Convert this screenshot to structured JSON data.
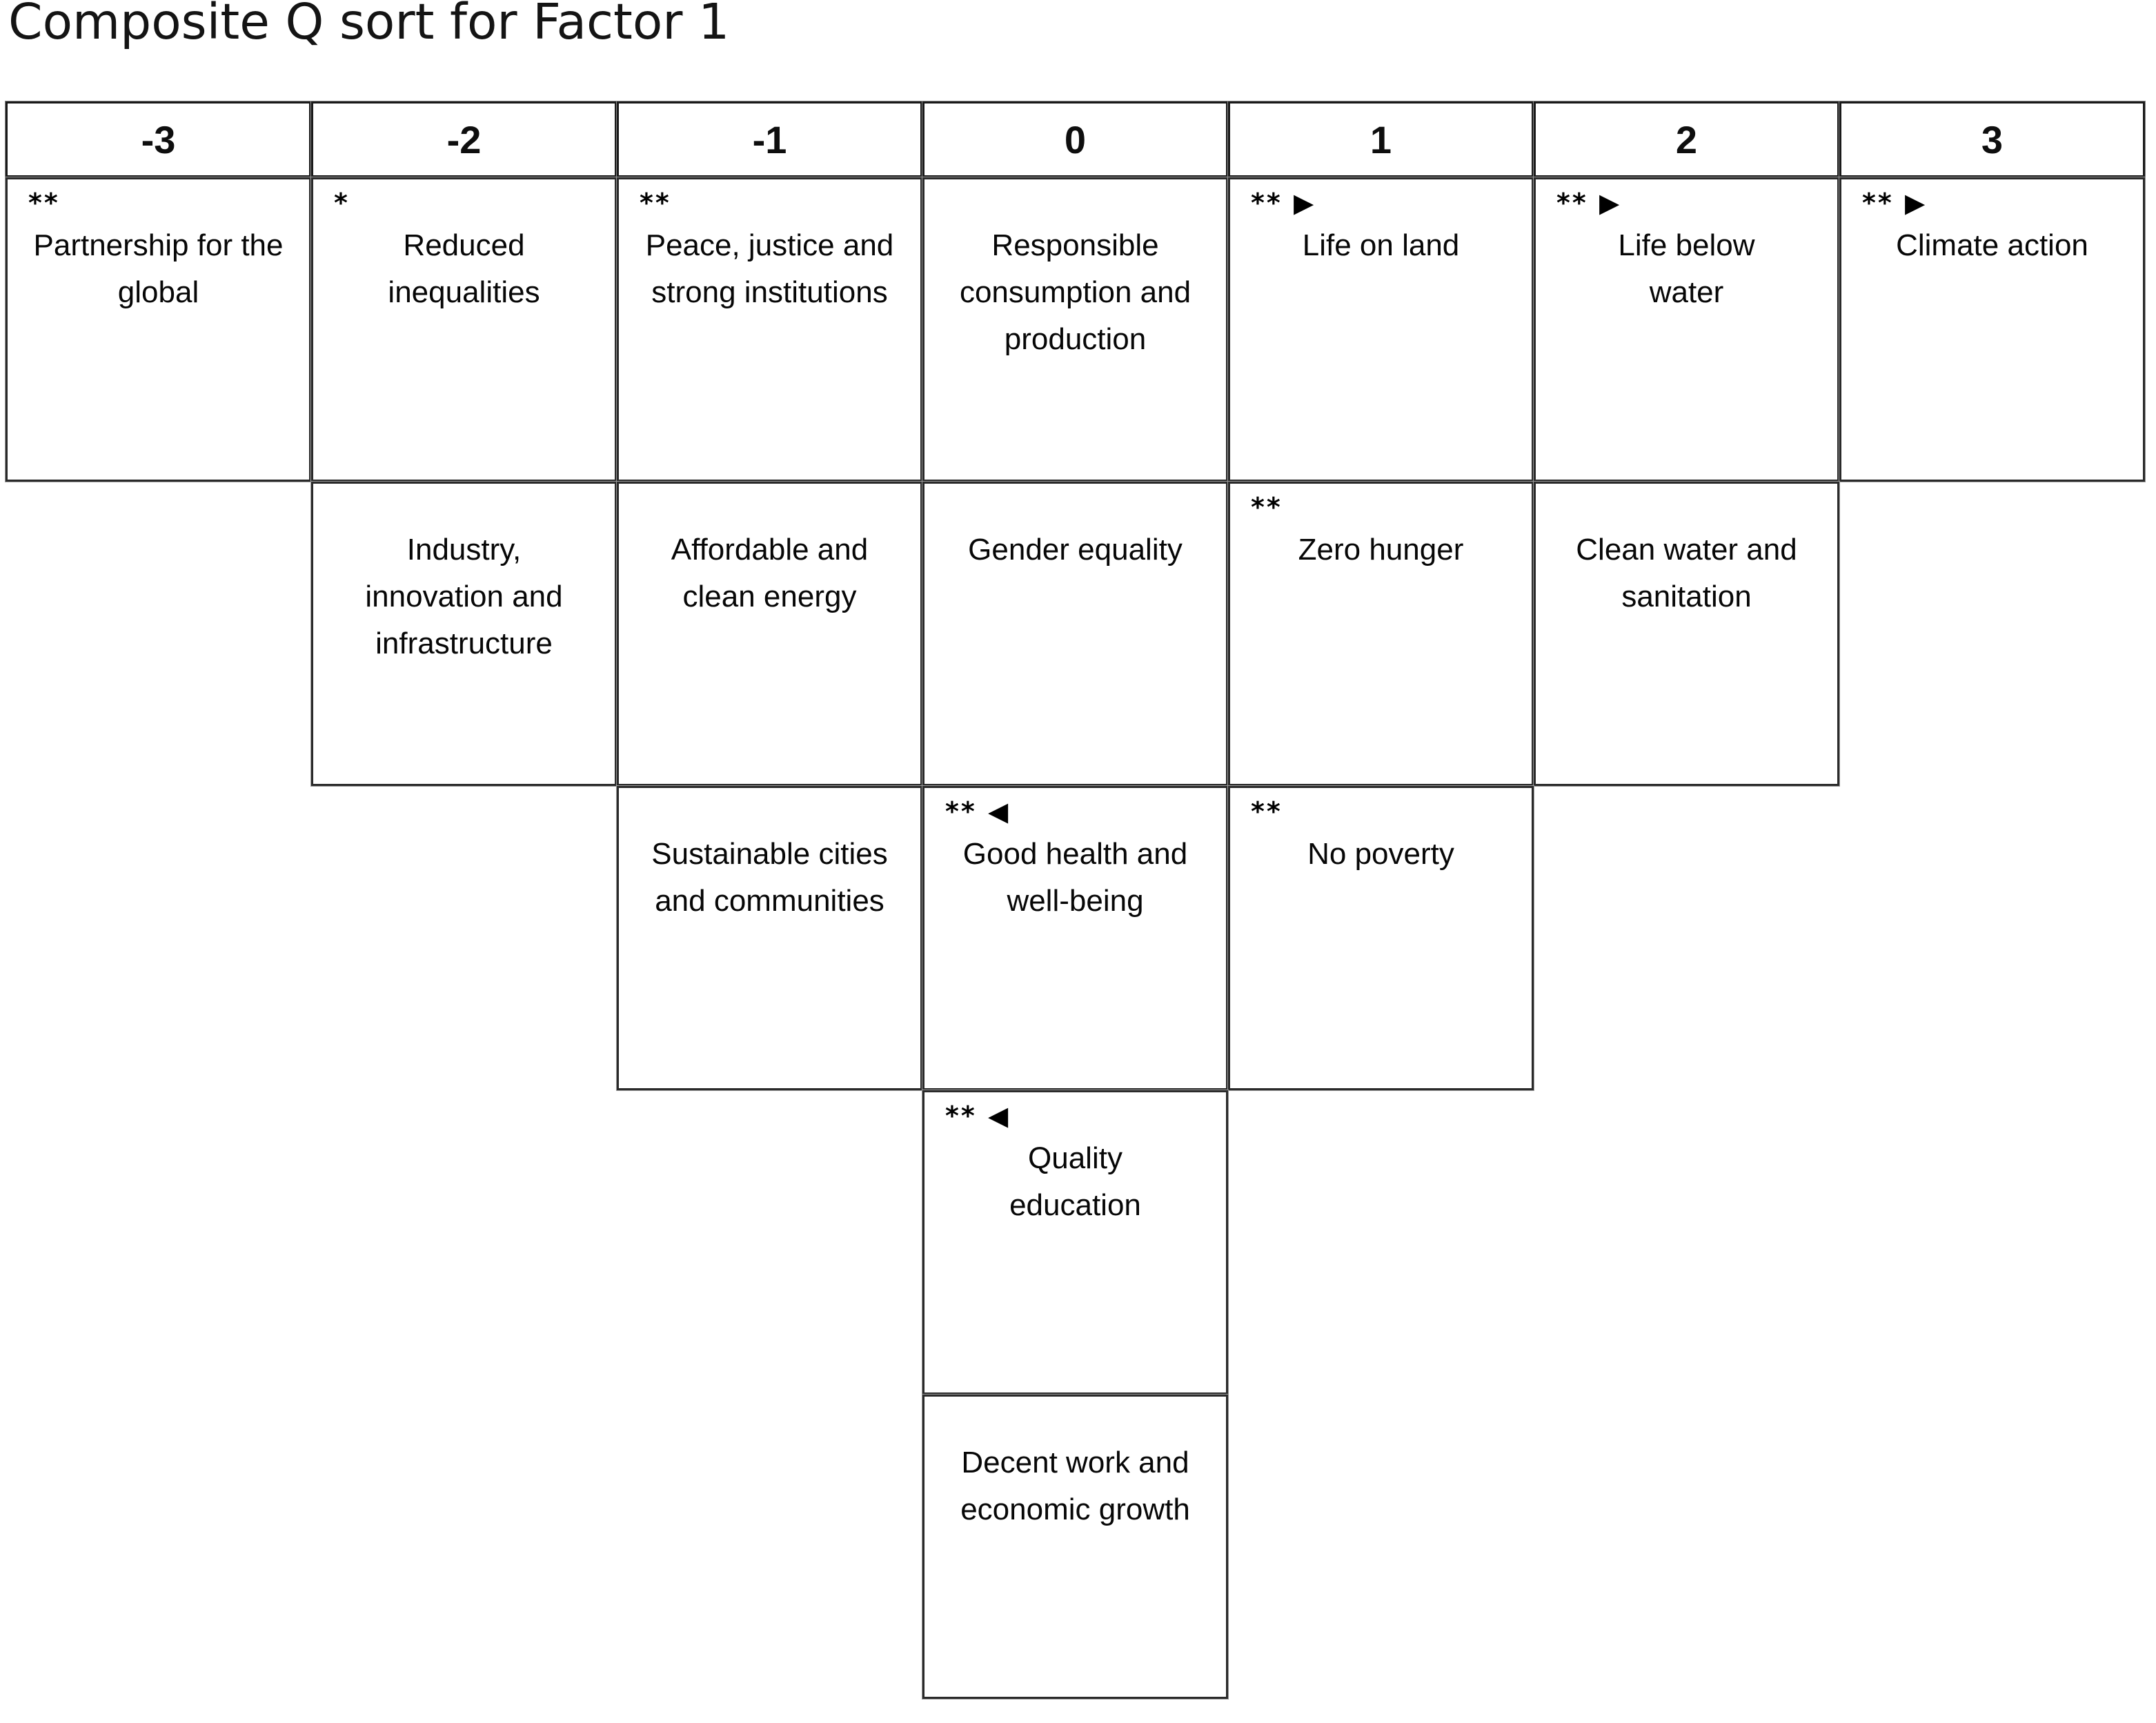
{
  "title": "Composite Q sort for Factor 1",
  "chart_data": {
    "type": "table",
    "title": "Composite Q sort for Factor 1",
    "columns": [
      "-3",
      "-2",
      "-1",
      "0",
      "1",
      "2",
      "3"
    ],
    "marker_glyphs": {
      "double_asterisk": "**",
      "single_asterisk": "*",
      "right_arrow": "▶",
      "left_arrow": "◀"
    },
    "cells": [
      {
        "row": 1,
        "column": -3,
        "marker": "**",
        "label": "Partnership for the global"
      },
      {
        "row": 1,
        "column": -2,
        "marker": "*",
        "label": "Reduced inequalities"
      },
      {
        "row": 1,
        "column": -1,
        "marker": "**",
        "label": "Peace, justice and strong institutions"
      },
      {
        "row": 1,
        "column": 0,
        "marker": "",
        "label": "Responsible consumption and production"
      },
      {
        "row": 1,
        "column": 1,
        "marker": "** ▶",
        "label": "Life on land"
      },
      {
        "row": 1,
        "column": 2,
        "marker": "** ▶",
        "label": "Life below water"
      },
      {
        "row": 1,
        "column": 3,
        "marker": "** ▶",
        "label": "Climate action"
      },
      {
        "row": 2,
        "column": -2,
        "marker": "",
        "label": "Industry, innovation and infrastructure"
      },
      {
        "row": 2,
        "column": -1,
        "marker": "",
        "label": "Affordable and clean energy"
      },
      {
        "row": 2,
        "column": 0,
        "marker": "",
        "label": "Gender equality"
      },
      {
        "row": 2,
        "column": 1,
        "marker": "**",
        "label": "Zero hunger"
      },
      {
        "row": 2,
        "column": 2,
        "marker": "",
        "label": "Clean water and sanitation"
      },
      {
        "row": 3,
        "column": -1,
        "marker": "",
        "label": "Sustainable cities and communities"
      },
      {
        "row": 3,
        "column": 0,
        "marker": "** ◀",
        "label": "Good health and well-being"
      },
      {
        "row": 3,
        "column": 1,
        "marker": "**",
        "label": "No poverty"
      },
      {
        "row": 4,
        "column": 0,
        "marker": "** ◀",
        "label": "Quality education"
      },
      {
        "row": 5,
        "column": 0,
        "marker": "",
        "label": "Decent work and economic growth"
      }
    ]
  }
}
